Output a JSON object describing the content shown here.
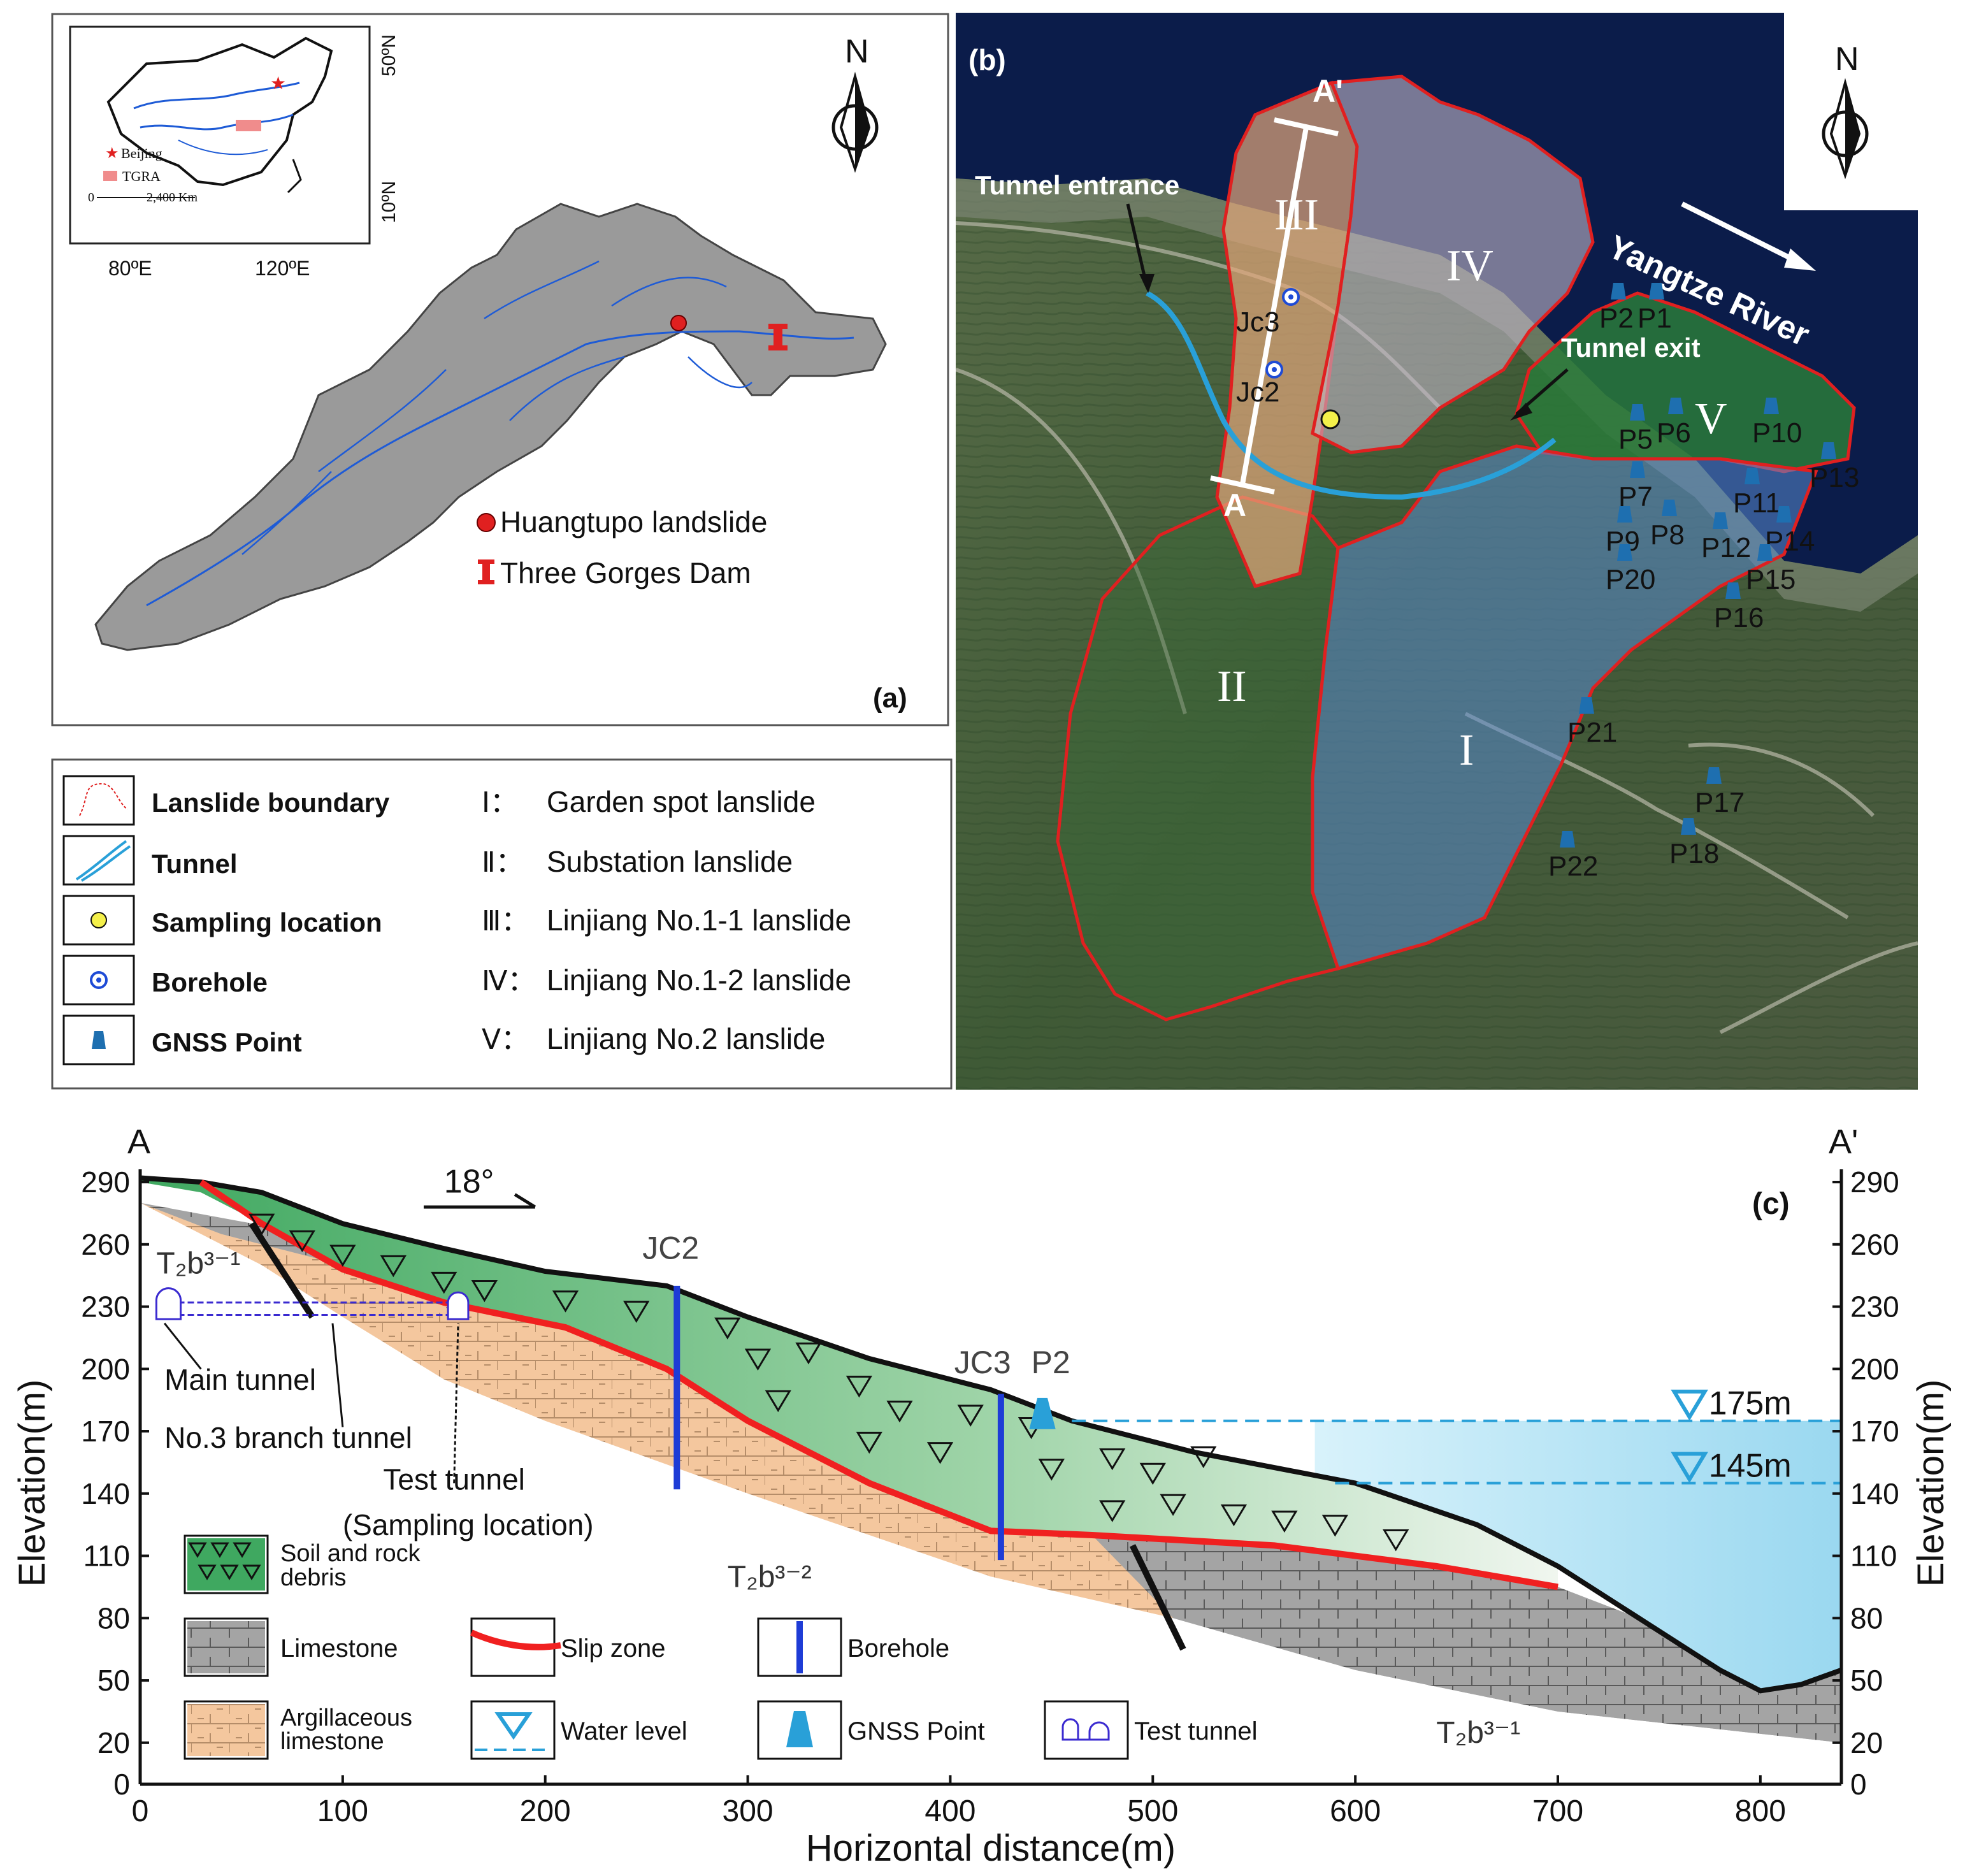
{
  "panel_a": {
    "label": "(a)",
    "inset": {
      "lat_labels": [
        "50ºN",
        "10ºN"
      ],
      "lon_labels": [
        "80ºE",
        "120ºE"
      ],
      "legend_beijing": "Beijing",
      "legend_tgra": "TGRA",
      "scale_zero": "0",
      "scale_value": "2,400 Km"
    },
    "north": "N",
    "legend": [
      {
        "label": "Huangtupo landslide",
        "color": "#e02020"
      },
      {
        "label": "Three Gorges Dam",
        "color": "#e02020"
      }
    ]
  },
  "panel_b": {
    "label": "(b)",
    "north": "N",
    "section_a": "A",
    "section_a_prime": "A'",
    "tunnel_entrance": "Tunnel entrance",
    "tunnel_exit": "Tunnel exit",
    "river": "Yangtze River",
    "zones": [
      "I",
      "II",
      "III",
      "IV",
      "V"
    ],
    "boreholes": [
      "Jc3",
      "Jc2"
    ],
    "gnss_points": [
      "P1",
      "P2",
      "P5",
      "P6",
      "P7",
      "P8",
      "P9",
      "P10",
      "P11",
      "P12",
      "P13",
      "P14",
      "P15",
      "P16",
      "P17",
      "P18",
      "P20",
      "P21",
      "P22"
    ]
  },
  "legend_b": {
    "items": [
      "Lanslide boundary",
      "Tunnel",
      "Sampling location",
      "Borehole",
      "GNSS Point"
    ],
    "zone_codes": [
      "Ⅰ：",
      "Ⅱ：",
      "Ⅲ：",
      "Ⅳ：",
      "Ⅴ："
    ],
    "zone_names": [
      "Garden spot lanslide",
      "Substation lanslide",
      "Linjiang No.1-1 lanslide",
      "Linjiang No.1-2 lanslide",
      "Linjiang No.2 lanslide"
    ]
  },
  "panel_c": {
    "label": "(c)",
    "point_a": "A",
    "point_a_prime": "A'",
    "dip": "18°",
    "ylabel": "Elevation(m)",
    "xlabel": "Horizontal distance(m)",
    "y_ticks": [
      "290",
      "260",
      "230",
      "200",
      "170",
      "140",
      "110",
      "80",
      "50",
      "20",
      "0"
    ],
    "x_ticks": [
      "0",
      "100",
      "200",
      "300",
      "400",
      "500",
      "600",
      "700",
      "800"
    ],
    "strata": [
      "T₂b³⁻¹",
      "T₂b³⁻²",
      "T₂b³⁻¹"
    ],
    "boreholes": [
      "JC2",
      "JC3"
    ],
    "gnss": "P2",
    "water_levels": [
      "175m",
      "145m"
    ],
    "annotations": [
      "Main tunnel",
      "No.3 branch tunnel",
      "Test tunnel",
      "(Sampling location)"
    ],
    "legend": [
      "Soil and rock",
      "debris",
      "Limestone",
      "Argillaceous",
      "limestone",
      "Slip zone",
      "Water level",
      "Borehole",
      "GNSS Point",
      "Test tunnel"
    ]
  }
}
